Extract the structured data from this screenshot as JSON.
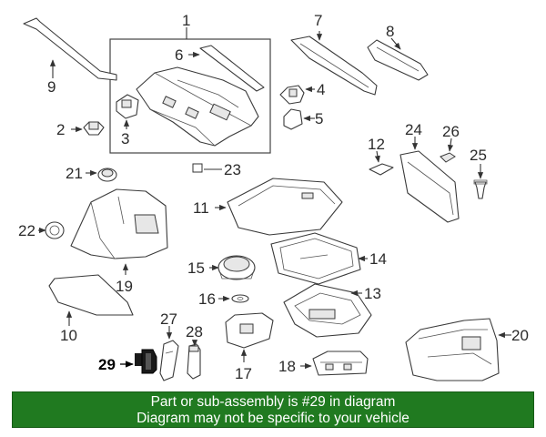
{
  "callouts": [
    "1",
    "2",
    "3",
    "4",
    "5",
    "6",
    "7",
    "8",
    "9",
    "10",
    "11",
    "12",
    "13",
    "14",
    "15",
    "16",
    "17",
    "18",
    "19",
    "20",
    "21",
    "22",
    "23",
    "24",
    "25",
    "26",
    "27",
    "28",
    "29"
  ],
  "highlighted_callout": "29",
  "banner": {
    "line1": "Part or sub-assembly is #29 in diagram",
    "line2": "Diagram may not be specific to your vehicle",
    "background_color": "#207a20",
    "text_color": "#ffffff"
  },
  "colors": {
    "line_art": "#3a3a3a",
    "highlight_part": "#1a1a1a"
  }
}
